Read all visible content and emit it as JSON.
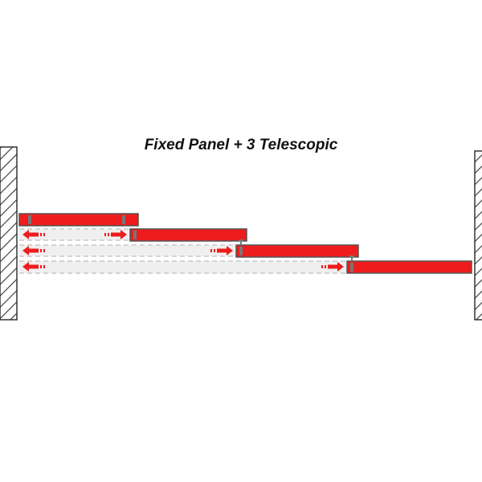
{
  "title": "Fixed Panel + 3 Telescopic",
  "colors": {
    "panel": "#ee1c1c",
    "panel_border": "#555555",
    "track": "#efefef",
    "track_dash": "#c8c8c8",
    "arrow": "#ee1c1c",
    "wall": "#333333"
  },
  "panels": [
    {
      "name": "fixed-panel",
      "type": "fixed"
    },
    {
      "name": "telescopic-panel-1",
      "type": "telescopic"
    },
    {
      "name": "telescopic-panel-2",
      "type": "telescopic"
    },
    {
      "name": "telescopic-panel-3",
      "type": "telescopic"
    }
  ],
  "icons": [
    "wall-hatch-left",
    "wall-hatch-right",
    "double-arrow",
    "roller"
  ]
}
